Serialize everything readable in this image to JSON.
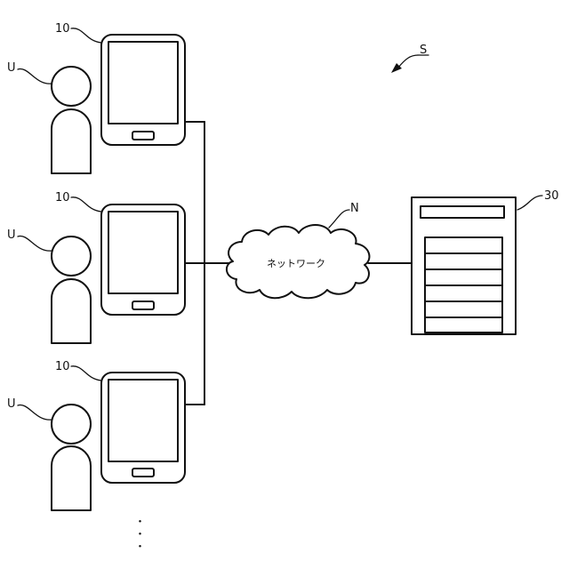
{
  "labels": {
    "system": "S",
    "network": "N",
    "network_text": "ネットワーク",
    "server": "30",
    "terminal_1": "10",
    "terminal_2": "10",
    "terminal_3": "10",
    "user_1": "U",
    "user_2": "U",
    "user_3": "U"
  },
  "continuation": "・・・"
}
